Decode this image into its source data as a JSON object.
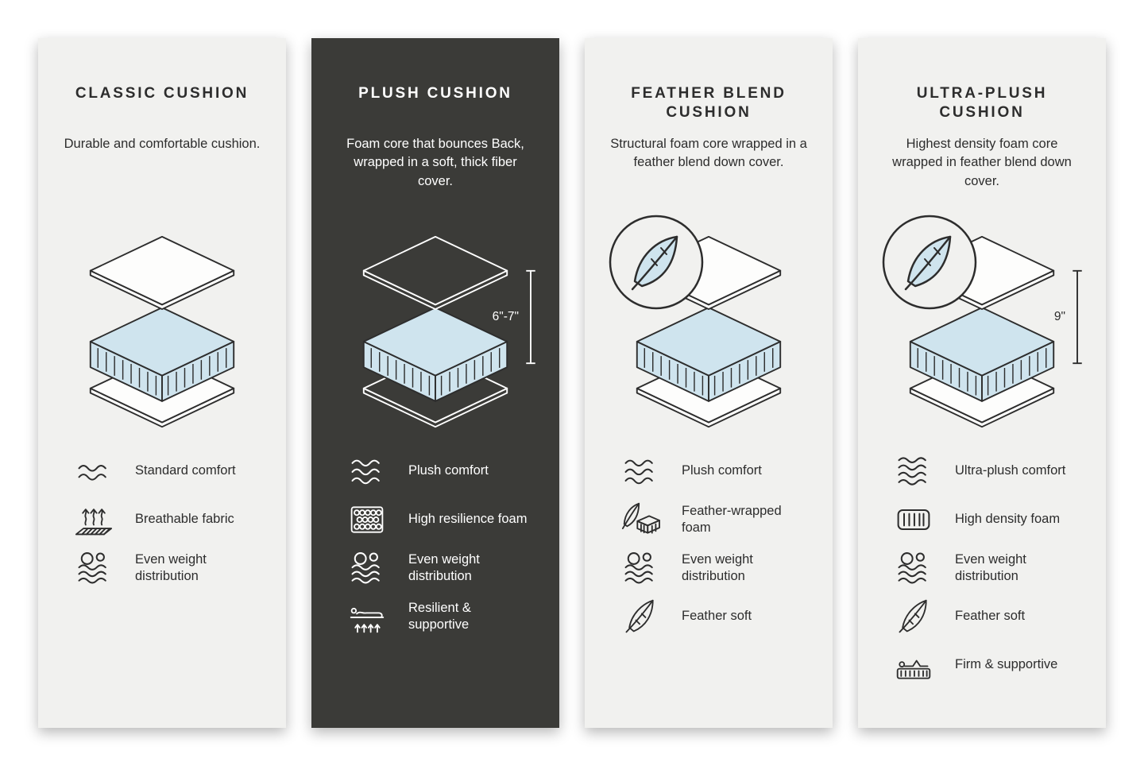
{
  "colors": {
    "page_background": "#ffffff",
    "panel_light": "#f1f1ef",
    "panel_dark": "#3b3b38",
    "ink": "#2d2d2d",
    "ink_on_dark": "#ffffff",
    "foam_blue": "#cfe4ee"
  },
  "panels": [
    {
      "id": "classic-cushion",
      "theme": "light",
      "title": "CLASSIC CUSHION",
      "description": "Durable and comfortable cushion.",
      "diagram_icon": "cushion-layers-icon",
      "features": [
        {
          "icon": "waves-icon",
          "label": "Standard comfort"
        },
        {
          "icon": "breathable-fabric-icon",
          "label": "Breathable fabric"
        },
        {
          "icon": "weight-distribution-icon",
          "label": "Even weight distribution"
        }
      ]
    },
    {
      "id": "plush-cushion",
      "theme": "dark",
      "title": "PLUSH CUSHION",
      "description": "Foam core that bounces Back, wrapped in a soft, thick fiber cover.",
      "diagram_icon": "cushion-layers-icon",
      "measurement": "6\"-7\"",
      "features": [
        {
          "icon": "waves-icon",
          "label": "Plush comfort"
        },
        {
          "icon": "foam-cells-icon",
          "label": "High resilience foam"
        },
        {
          "icon": "weight-distribution-icon",
          "label": "Even weight distribution"
        },
        {
          "icon": "resilient-supportive-icon",
          "label": "Resilient & supportive"
        }
      ]
    },
    {
      "id": "feather-blend-cushion",
      "theme": "light",
      "title": "FEATHER BLEND CUSHION",
      "description": "Structural foam core wrapped in a feather blend down cover.",
      "diagram_icon": "cushion-layers-icon",
      "badge_icon": "feather-badge-icon",
      "features": [
        {
          "icon": "waves-icon",
          "label": "Plush comfort"
        },
        {
          "icon": "feather-foam-icon",
          "label": "Feather-wrapped foam"
        },
        {
          "icon": "weight-distribution-icon",
          "label": "Even weight distribution"
        },
        {
          "icon": "feather-icon",
          "label": "Feather soft"
        }
      ]
    },
    {
      "id": "ultra-plush-cushion",
      "theme": "light",
      "title": "ULTRA-PLUSH CUSHION",
      "description": "Highest density foam core wrapped in feather blend down cover.",
      "diagram_icon": "cushion-layers-icon",
      "badge_icon": "feather-badge-icon",
      "measurement": "9\"",
      "features": [
        {
          "icon": "waves-icon",
          "label": "Ultra-plush comfort"
        },
        {
          "icon": "density-foam-icon",
          "label": "High density foam"
        },
        {
          "icon": "weight-distribution-icon",
          "label": "Even weight distribution"
        },
        {
          "icon": "feather-icon",
          "label": "Feather soft"
        },
        {
          "icon": "firm-supportive-icon",
          "label": "Firm & supportive"
        }
      ]
    }
  ]
}
